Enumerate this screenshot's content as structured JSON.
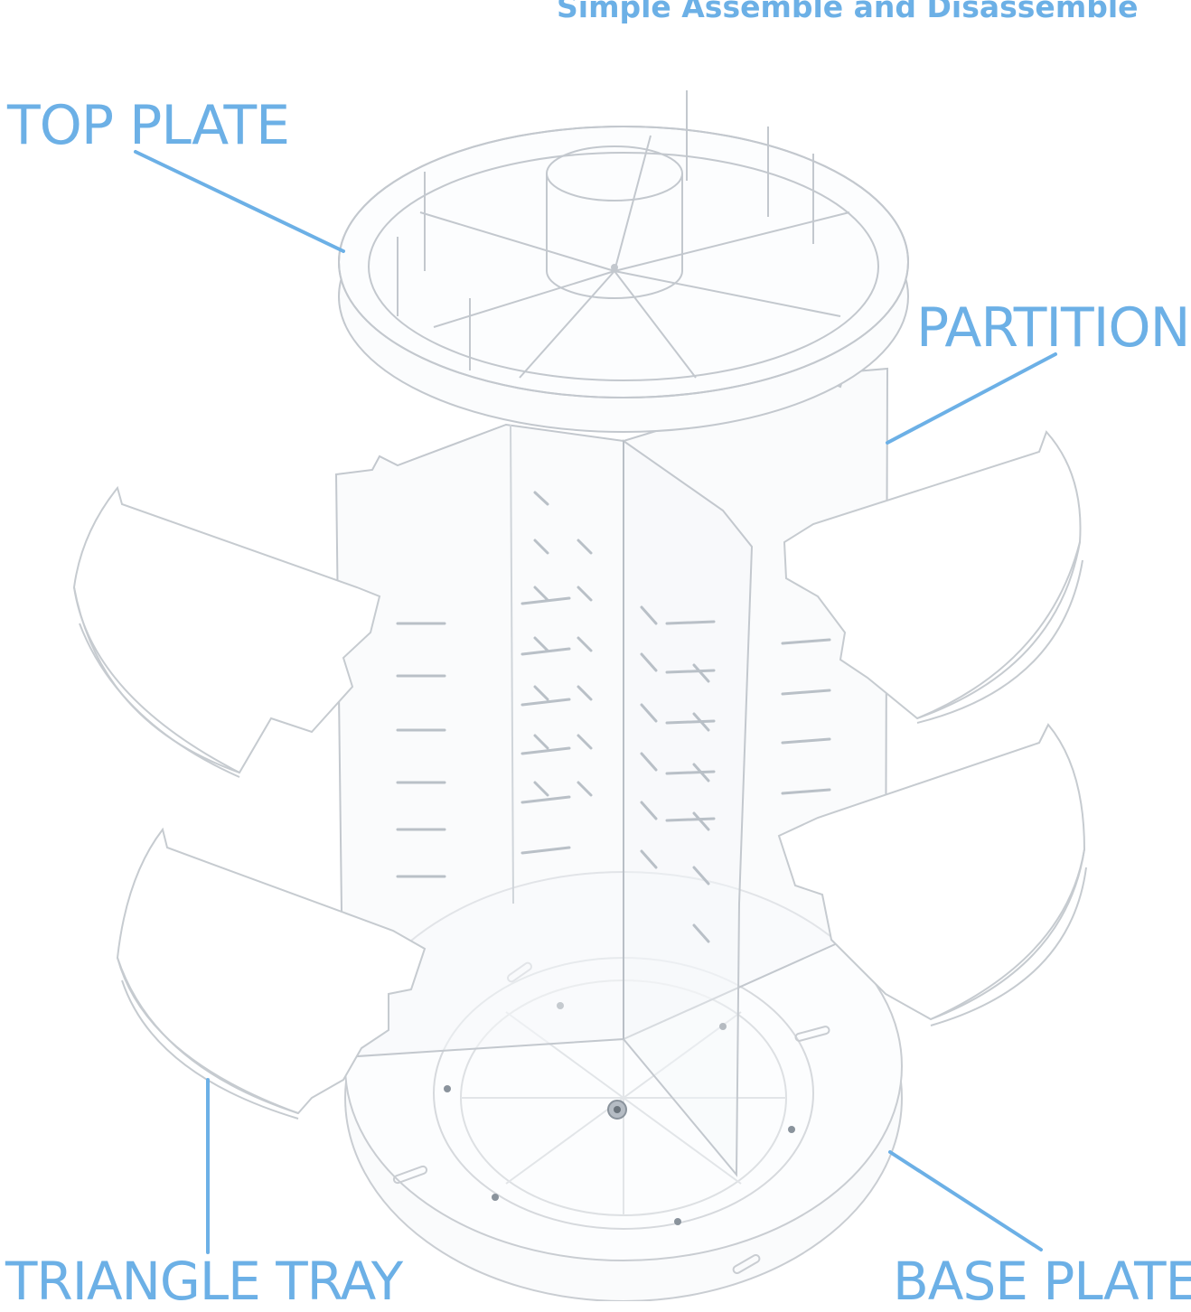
{
  "heading": "Simple Assemble and Disassemble",
  "labels": {
    "top_plate": "TOP PLATE",
    "partition": "PARTITION",
    "triangle_tray": "TRIANGLE TRAY",
    "base_plate": "BASE PLATE"
  },
  "colors": {
    "label": "#6cb0e6",
    "leader_line": "#6cb0e6",
    "acrylic_edge": "#c9cdd2",
    "acrylic_fill": "#f7f9fb"
  }
}
